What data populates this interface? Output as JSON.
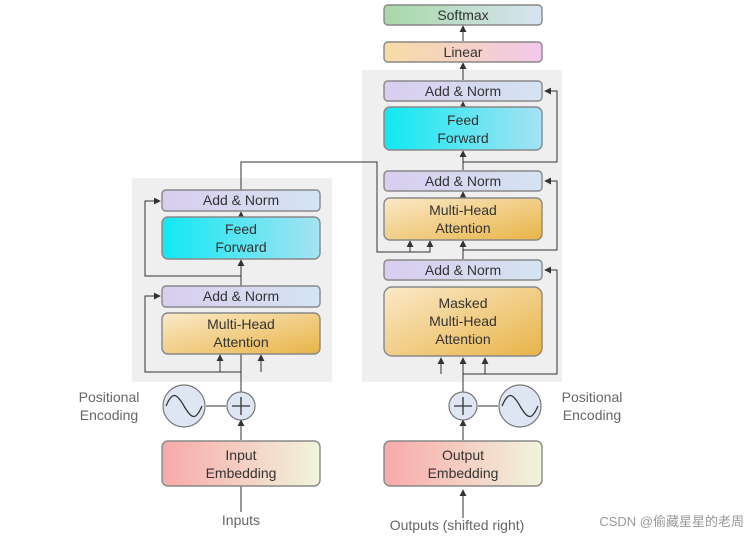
{
  "encoder": {
    "add_norm_top": "Add & Norm",
    "feed_forward": [
      "Feed",
      "Forward"
    ],
    "add_norm_bottom": "Add & Norm",
    "attention": [
      "Multi-Head",
      "Attention"
    ],
    "embedding": [
      "Input",
      "Embedding"
    ],
    "positional": [
      "Positional",
      "Encoding"
    ],
    "input_label": "Inputs"
  },
  "decoder": {
    "softmax": "Softmax",
    "linear": "Linear",
    "add_norm_top": "Add & Norm",
    "feed_forward": [
      "Feed",
      "Forward"
    ],
    "add_norm_mid": "Add & Norm",
    "attention": [
      "Multi-Head",
      "Attention"
    ],
    "add_norm_bottom": "Add & Norm",
    "masked_attention": [
      "Masked",
      "Multi-Head",
      "Attention"
    ],
    "embedding": [
      "Output",
      "Embedding"
    ],
    "positional": [
      "Positional",
      "Encoding"
    ],
    "output_label": "Outputs (shifted right)"
  },
  "watermark": "CSDN @偷藏星星的老周",
  "colors": {
    "block_bg": "#efefef",
    "add_norm": "#dcd8ee",
    "feed_forward": "#22e6f2",
    "attention": "#f0c060",
    "embedding": "#f7b0ae",
    "linear": "#f3d2e6",
    "softmax": "#b2dcb4"
  }
}
